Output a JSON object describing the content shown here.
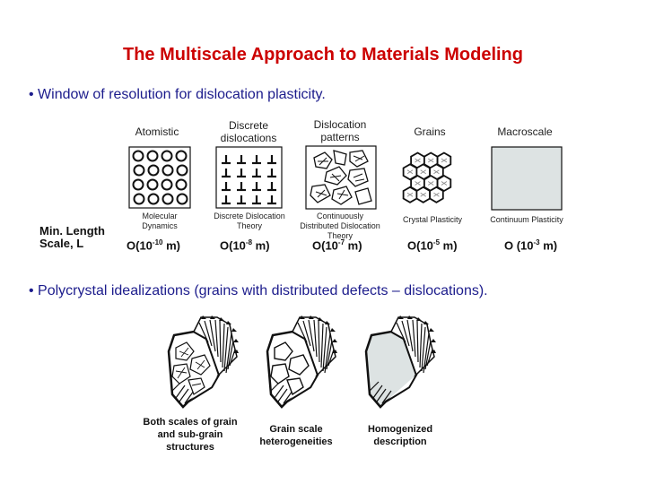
{
  "title": "The Multiscale Approach to Materials Modeling",
  "colors": {
    "title": "#cc0000",
    "bullet": "#1c1c8c",
    "homogenized_fill": "#dde3e3"
  },
  "bullet1": "• Window of resolution for dislocation plasticity.",
  "axis_label": {
    "line1": "Min. Length",
    "line2": "Scale, L"
  },
  "scales": [
    {
      "label": "Atomistic",
      "method": "Molecular Dynamics",
      "order_prefix": "O(10",
      "order_exp": "-10",
      "order_suffix": " m)"
    },
    {
      "label": "Discrete dislocations",
      "method": "Discrete Dislocation Theory",
      "order_prefix": "O(10",
      "order_exp": "-8",
      "order_suffix": " m)"
    },
    {
      "label": "Dislocation patterns",
      "method": "Continuously Distributed Dislocation Theory",
      "order_prefix": "O(10",
      "order_exp": "-7",
      "order_suffix": " m)"
    },
    {
      "label": "Grains",
      "method": "Crystal Plasticity",
      "order_prefix": "O(10",
      "order_exp": "-5",
      "order_suffix": " m)"
    },
    {
      "label": "Macroscale",
      "method": "Continuum Plasticity",
      "order_prefix": "O (10",
      "order_exp": "-3",
      "order_suffix": " m)"
    }
  ],
  "bullet2": "• Polycrystal idealizations (grains with distributed defects – dislocations).",
  "idealizations": [
    {
      "caption": "Both scales of grain and sub-grain structures"
    },
    {
      "caption": "Grain scale heterogeneities"
    },
    {
      "caption": "Homogenized description"
    }
  ]
}
